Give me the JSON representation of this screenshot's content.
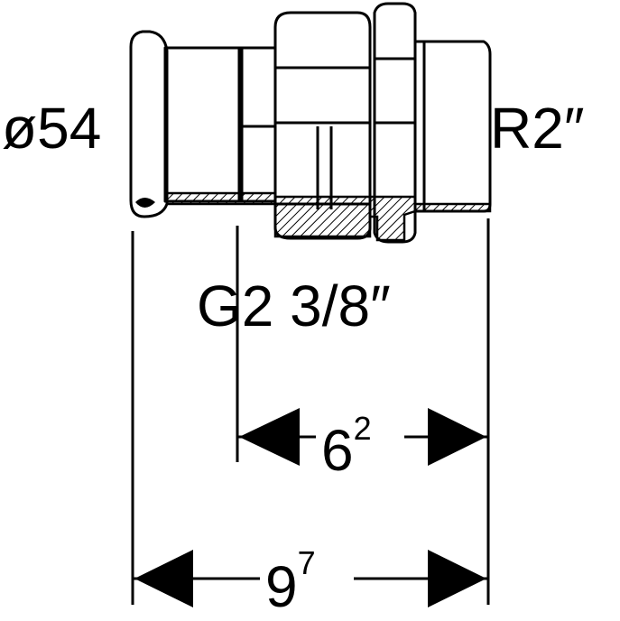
{
  "labels": {
    "pipe_diameter": "ø54",
    "male_thread": "R2″",
    "union_thread": "G2 3/8″",
    "dim_inner_base": "6",
    "dim_inner_sup": "2",
    "dim_outer_base": "9",
    "dim_outer_sup": "7"
  },
  "colors": {
    "line": "#000000",
    "background": "#ffffff"
  }
}
